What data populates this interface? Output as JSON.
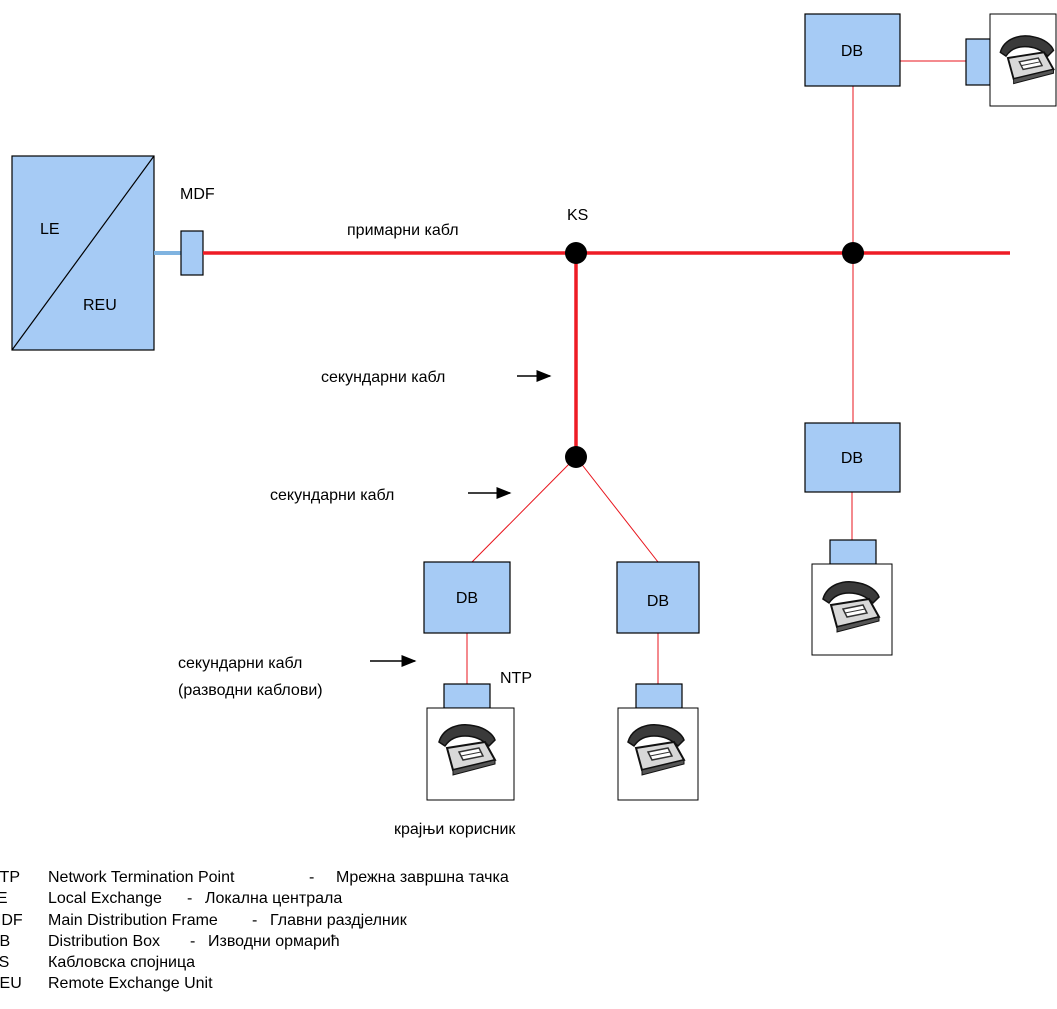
{
  "diagram": {
    "exchange": {
      "le_label": "LE",
      "reu_label": "REU"
    },
    "mdf_label": "MDF",
    "ks_label": "KS",
    "primary_cable_label": "примарни кабл",
    "secondary_cable_label_1": "секундарни кабл",
    "secondary_cable_label_2": "секундарни кабл",
    "secondary_cable_label_3_line1": "секундарни кабл",
    "secondary_cable_label_3_line2": "(разводни каблови)",
    "ntp_label": "NTP",
    "end_user_label": "крајњи корисник",
    "db_labels": [
      "DB",
      "DB",
      "DB",
      "DB"
    ],
    "phone_icon": "telephone-icon",
    "colors": {
      "box_fill": "#a6cbf5",
      "primary_cable": "#ee1c25",
      "secondary_cable": "#e8141c",
      "mdf_link": "#7fb3e0",
      "node": "#000000"
    }
  },
  "legend": [
    {
      "abbr": "NTP",
      "full": "Network Termination Point",
      "translation": "Мрежна завршна тачка"
    },
    {
      "abbr": "LE",
      "full": "Local Exchange",
      "translation": "Локална централа"
    },
    {
      "abbr": "MDF",
      "full": "Main Distribution Frame",
      "translation": "Главни раздјелник"
    },
    {
      "abbr": "DB",
      "full": "Distribution Box",
      "translation": "Изводни ормарић"
    },
    {
      "abbr": "KS",
      "full": "Кабловска спојница",
      "translation": ""
    },
    {
      "abbr": "REU",
      "full": "Remote Exchange Unit",
      "translation": ""
    }
  ]
}
